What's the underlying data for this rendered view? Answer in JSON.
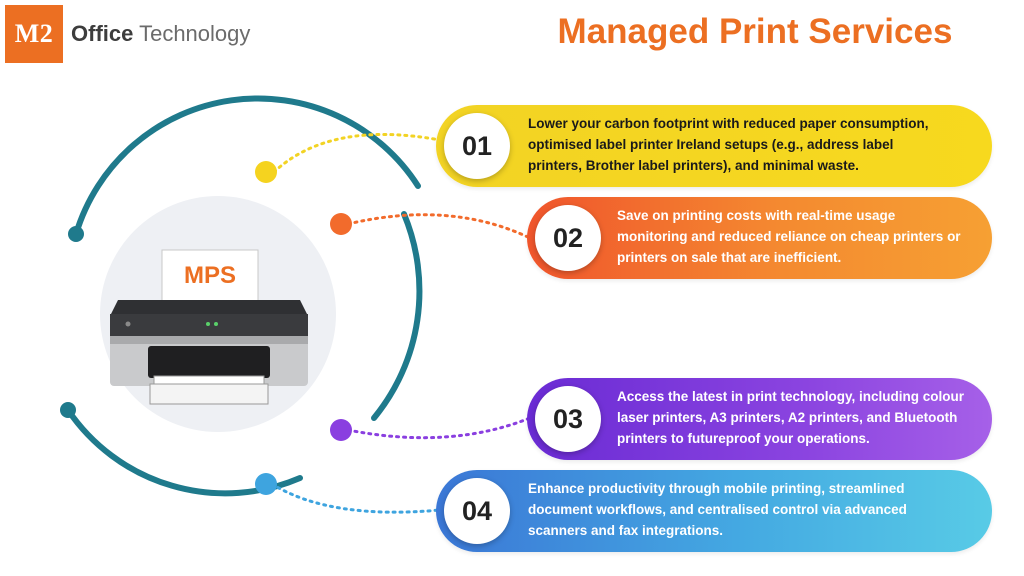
{
  "logo": {
    "mark": "M2",
    "brand": "Office",
    "suffix": "Technology"
  },
  "title": "Managed Print Services",
  "center": {
    "label": "MPS",
    "icon": "printer-icon"
  },
  "colors": {
    "accent": "#ec6f22",
    "ring": "#1f7a8c",
    "item1": "#f5d31f",
    "item2": "#f26b2c",
    "item3": "#8a3fe0",
    "item4": "#3ea4df"
  },
  "items": [
    {
      "number": "01",
      "lines": [
        "Lower your carbon footprint with reduced paper consumption,",
        "optimised label printer Ireland setups (e.g., address label",
        "printers, Brother label printers), and minimal waste."
      ]
    },
    {
      "number": "02",
      "lines": [
        "Save on printing costs with real-time usage",
        "monitoring and reduced reliance on cheap printers or",
        "printers on sale that are inefficient."
      ]
    },
    {
      "number": "03",
      "lines": [
        "Access the latest in print technology, including colour",
        "laser printers, A3 printers, A2 printers, and Bluetooth",
        "printers to futureproof your operations."
      ]
    },
    {
      "number": "04",
      "lines": [
        "Enhance productivity through mobile printing, streamlined",
        "document workflows, and centralised control via advanced",
        "scanners and fax integrations."
      ]
    }
  ]
}
